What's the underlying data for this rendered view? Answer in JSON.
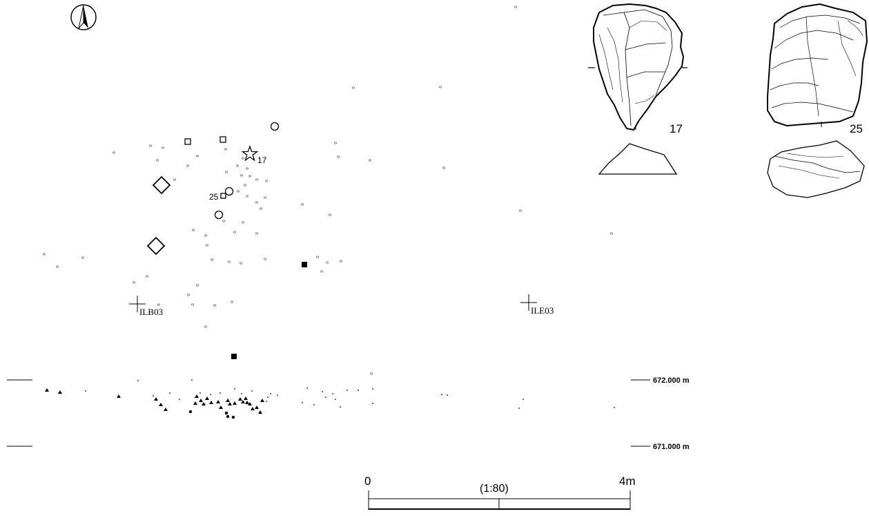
{
  "north_arrow": {
    "icon": "north-arrow-icon"
  },
  "grid_points": [
    {
      "label": "ILB03"
    },
    {
      "label": "ILE03"
    }
  ],
  "specimens": [
    {
      "number": "17",
      "symbol": "star"
    },
    {
      "number": "25",
      "symbol": "square"
    }
  ],
  "elevations": [
    {
      "label": "672.000 m"
    },
    {
      "label": "671.000 m"
    }
  ],
  "scale_bar": {
    "start_label": "0",
    "ratio_label": "(1:80)",
    "end_label": "4m"
  },
  "drawings": [
    {
      "number": "17"
    },
    {
      "number": "25"
    }
  ],
  "colors": {
    "ink": "#000000",
    "paper": "#ffffff"
  }
}
